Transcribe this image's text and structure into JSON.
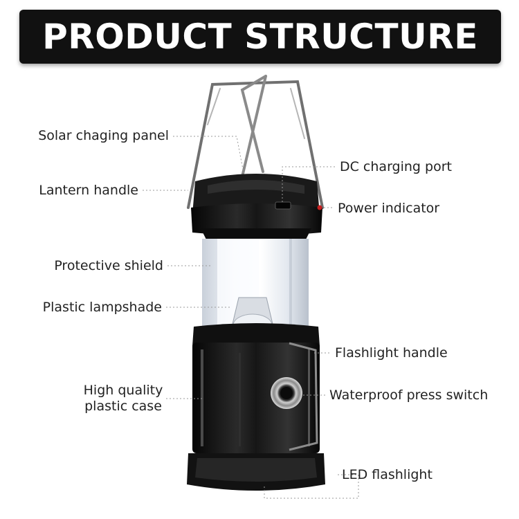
{
  "title": "PRODUCT STRUCTURE",
  "colors": {
    "banner": "#111111",
    "banner_text": "#ffffff",
    "label_text": "#222222",
    "leader_line": "#9a9a9a",
    "lantern_body": "#141414",
    "shield_glow": "#e9eef5",
    "handle_metal": "#7a7a7a"
  },
  "labels": {
    "solar_panel": "Solar chaging panel",
    "lantern_handle": "Lantern handle",
    "protective_shield": "Protective shield",
    "plastic_lampshade": "Plastic lampshade",
    "case_line1": "High quality",
    "case_line2": "plastic case",
    "dc_port": "DC charging port",
    "power_indicator": "Power indicator",
    "flashlight_handle": "Flashlight handle",
    "press_switch": "Waterproof press switch",
    "led_flashlight": "LED flashlight"
  }
}
